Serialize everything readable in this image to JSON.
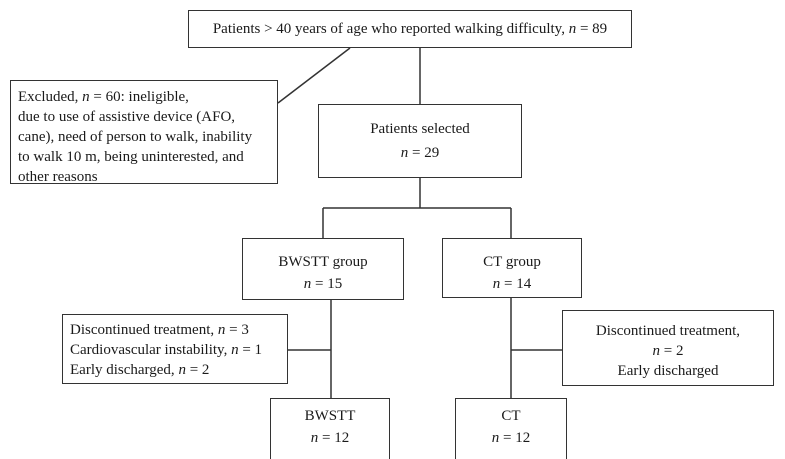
{
  "top": {
    "text": "Patients > 40 years of age who reported walking difficulty, ",
    "n_label": "n",
    "n_value": " = 89"
  },
  "excluded": {
    "line1_pre": "Excluded, ",
    "n_label": "n",
    "line1_post": " = 60: ineligible,",
    "line2": "due to use of assistive device (AFO,",
    "line3": "cane), need of person to walk, inability",
    "line4": "to walk 10 m, being uninterested, and",
    "line5": "other reasons"
  },
  "selected": {
    "title": "Patients selected",
    "n_label": "n",
    "n_value": " = 29"
  },
  "bwstt_group": {
    "title": "BWSTT group",
    "n_label": "n",
    "n_value": " = 15"
  },
  "ct_group": {
    "title": "CT group",
    "n_label": "n",
    "n_value": " = 14"
  },
  "bwstt_discontinued": {
    "line1_pre": "Discontinued treatment, ",
    "line1_n": "n",
    "line1_post": " = 3",
    "line2_pre": "Cardiovascular instability, ",
    "line2_n": "n",
    "line2_post": " = 1",
    "line3_pre": "Early discharged, ",
    "line3_n": "n",
    "line3_post": " = 2"
  },
  "ct_discontinued": {
    "line1": "Discontinued treatment,",
    "n_label": "n",
    "n_value": " = 2",
    "line3": "Early discharged"
  },
  "bwstt_final": {
    "title": "BWSTT",
    "n_label": "n",
    "n_value": " = 12"
  },
  "ct_final": {
    "title": "CT",
    "n_label": "n",
    "n_value": " = 12"
  }
}
